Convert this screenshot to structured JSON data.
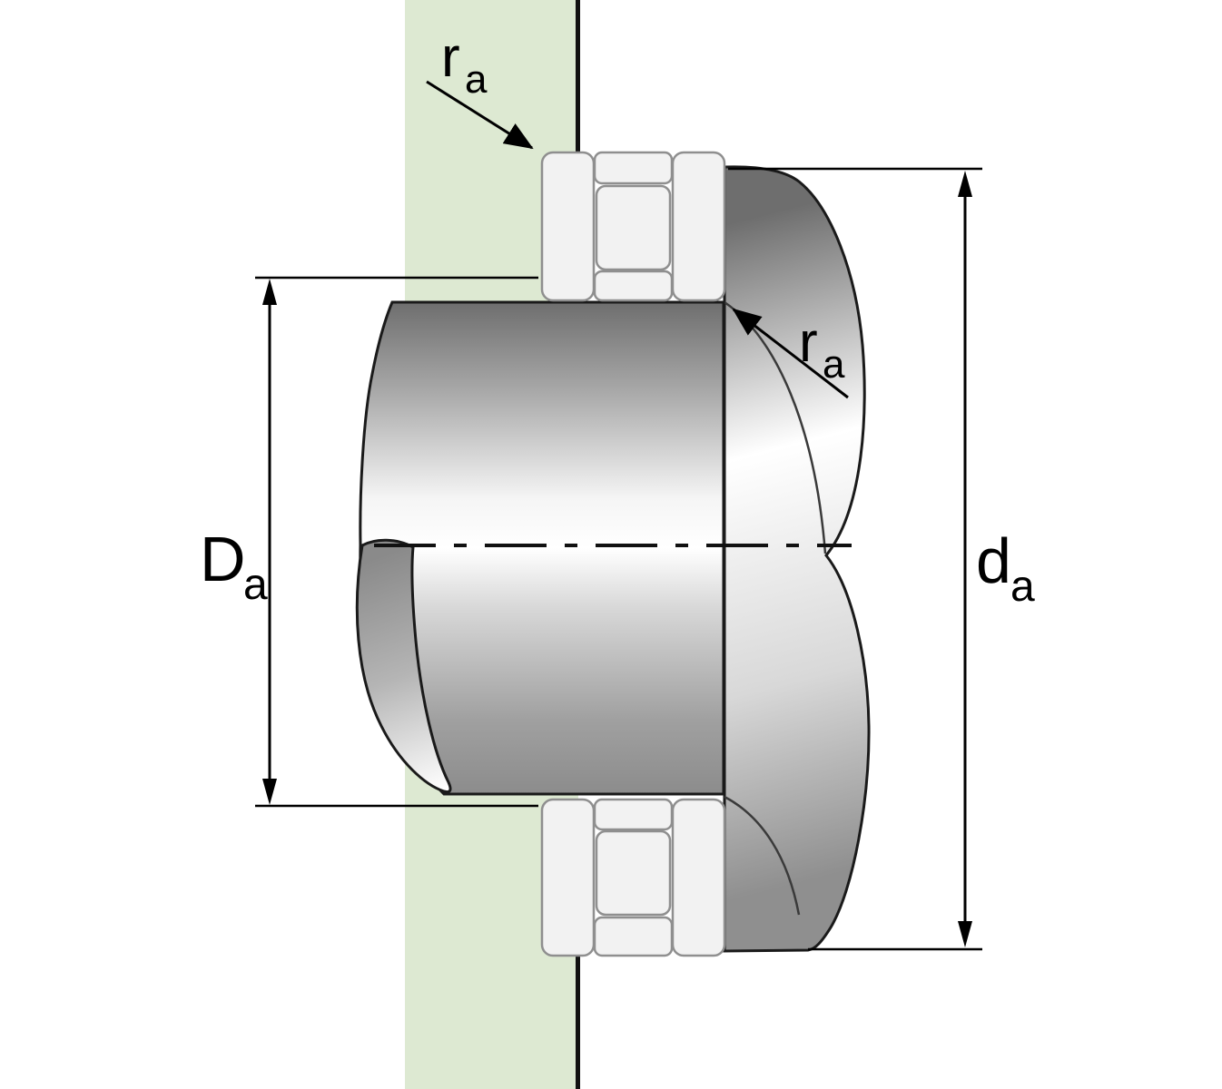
{
  "labels": {
    "housing_abutment_diameter": {
      "main": "D",
      "sub": "a"
    },
    "shaft_abutment_diameter": {
      "main": "d",
      "sub": "a"
    },
    "fillet_radius_housing": {
      "main": "r",
      "sub": "a"
    },
    "fillet_radius_shaft": {
      "main": "r",
      "sub": "a"
    }
  },
  "colors": {
    "background": "#ffffff",
    "housing_green": "#dde9d2",
    "outline": "#1a1a1a",
    "bearing_fill": "#f2f2f2",
    "bearing_stroke": "#8f8f8f",
    "metal_dark": "#6e6e6e",
    "metal_mid": "#b5b5b5",
    "metal_light": "#ffffff",
    "dimension": "#000000"
  }
}
